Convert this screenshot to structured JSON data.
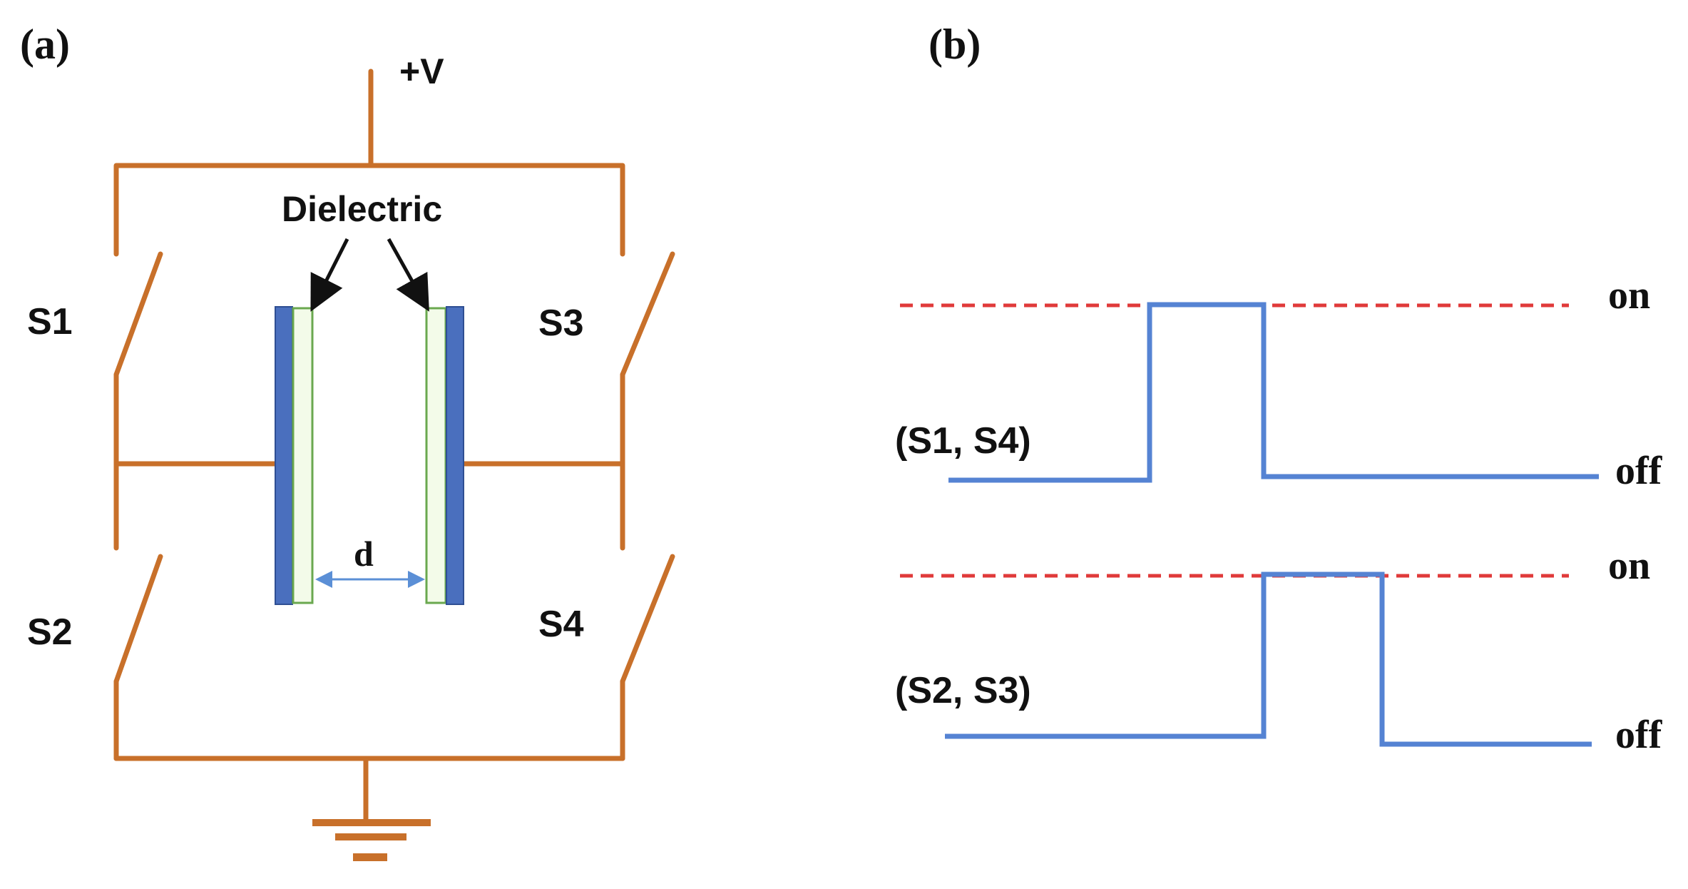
{
  "panel_a": {
    "label": "(a)",
    "supply_label": "+V",
    "dielectric_label": "Dielectric",
    "gap_label": "d",
    "switches": [
      "S1",
      "S2",
      "S3",
      "S4"
    ],
    "colors": {
      "wire": "#c8702a",
      "electrode": "#4a6fbe",
      "dielectric": "#f3fbe9",
      "dielectric_edge": "#6aa84f",
      "arrow": "#111111",
      "gap_arrow": "#5b8fd6"
    }
  },
  "panel_b": {
    "label": "(b)",
    "colors": {
      "wave": "#5583d3",
      "reference": "#e03a3a"
    },
    "traces": [
      {
        "name": "(S1, S4)",
        "on_label": "on",
        "off_label": "off",
        "sequence": [
          "off",
          "on",
          "off"
        ]
      },
      {
        "name": "(S2, S3)",
        "on_label": "on",
        "off_label": "off",
        "sequence": [
          "off",
          "on",
          "off"
        ]
      }
    ]
  }
}
